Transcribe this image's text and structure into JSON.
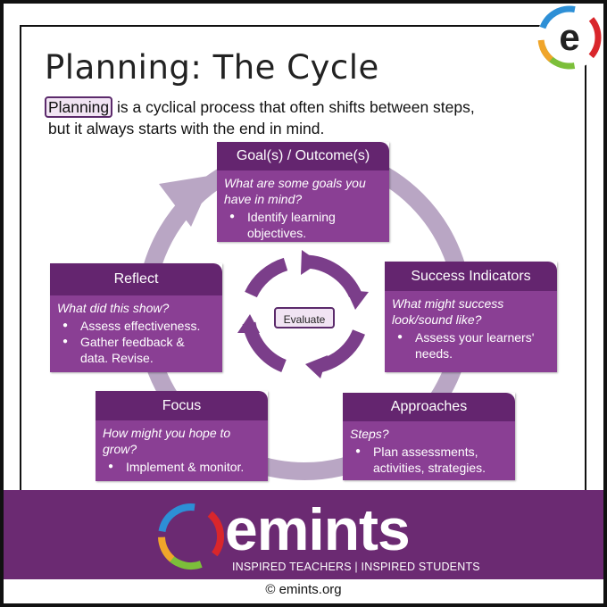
{
  "title": "Planning: The Cycle",
  "intro": {
    "highlight": "Planning",
    "line1_rest": " is a cyclical process that often shifts between steps,",
    "line2": "but it always starts with the end in mind."
  },
  "center_label": "Evaluate",
  "steps": [
    {
      "id": "goals",
      "heading": "Goal(s) / Outcome(s)",
      "question": "What are some goals you have in mind?",
      "bullets": [
        "Identify learning objectives."
      ]
    },
    {
      "id": "success",
      "heading": "Success Indicators",
      "question": "What might success look/sound like?",
      "bullets": [
        "Assess your learners' needs."
      ]
    },
    {
      "id": "approaches",
      "heading": "Approaches",
      "question": "Steps?",
      "bullets": [
        "Plan assessments, activities, strategies."
      ]
    },
    {
      "id": "focus",
      "heading": "Focus",
      "question": "How might you hope to grow?",
      "bullets": [
        "Implement & monitor."
      ]
    },
    {
      "id": "reflect",
      "heading": "Reflect",
      "question": "What did this show?",
      "bullets": [
        "Assess effectiveness.",
        "Gather feedback & data. Revise."
      ]
    }
  ],
  "brand": {
    "wordmark": "emints",
    "tagline": "INSPIRED TEACHERS | INSPIRED STUDENTS"
  },
  "footer": "© emints.org",
  "colors": {
    "header_purple": "#64256f",
    "body_purple": "#8a3f94",
    "ring": "#b9a6c4",
    "arrows": "#7b3e8a",
    "band": "#6b2a72"
  },
  "icons": [
    "emints-logo-icon",
    "cycle-arrows-icon"
  ]
}
